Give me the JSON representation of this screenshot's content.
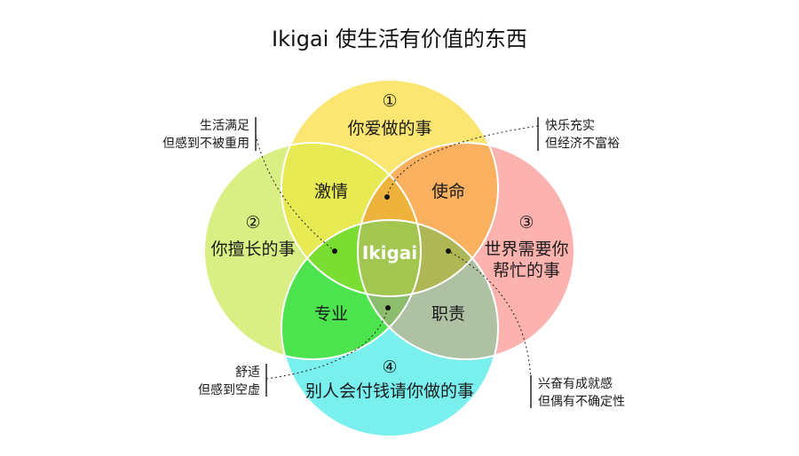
{
  "title": "Ikigai 使生活有价值的东西",
  "circles": [
    {
      "number": "①",
      "label": "你爱做的事",
      "color": "#FBE672"
    },
    {
      "number": "②",
      "label": "你擅长的事",
      "color": "#D9EE83"
    },
    {
      "number": "③",
      "label_lines": [
        "世界需要你",
        "帮忙的事"
      ],
      "color": "#FCB3B0"
    },
    {
      "number": "④",
      "label": "别人会付钱请你做的事",
      "color": "#79F0EE"
    }
  ],
  "overlaps": {
    "passion": {
      "label": "激情",
      "color": "#E8EA54"
    },
    "mission": {
      "label": "使命",
      "color": "#F9B160"
    },
    "profession": {
      "label": "专业",
      "color": "#4CE34E"
    },
    "vocation": {
      "label": "职责",
      "color": "#AFC1A3"
    },
    "top_center_color": "#EDB33C",
    "left_center_color": "#79DD32",
    "right_center_color": "#AFB655",
    "bottom_center_color": "#8CBC6E",
    "center": {
      "label": "Ikigai",
      "color": "#A2C650"
    }
  },
  "annotations": {
    "top_left": [
      "生活满足",
      "但感到不被重用"
    ],
    "top_right": [
      "快乐充实",
      "但经济不富裕"
    ],
    "bottom_left": [
      "舒适",
      "但感到空虚"
    ],
    "bottom_right": [
      "兴奋有成就感",
      "但偶有不确定性"
    ]
  }
}
